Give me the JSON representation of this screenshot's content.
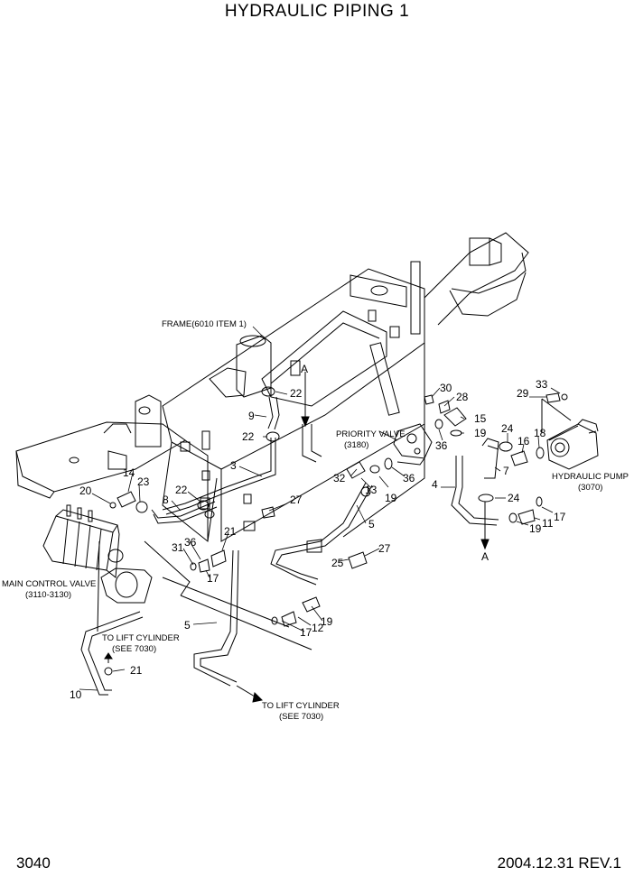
{
  "title": "HYDRAULIC PIPING 1",
  "page_number": "3040",
  "revision": "2004.12.31  REV.1",
  "labels": {
    "frame": "FRAME(6010 ITEM 1)",
    "priority_valve_1": "PRIORITY VALVE",
    "priority_valve_2": "(3180)",
    "hydraulic_pump_1": "HYDRAULIC PUMP",
    "hydraulic_pump_2": "(3070)",
    "mcv_1": "MAIN CONTROL VALVE",
    "mcv_2": "(3110-3130)",
    "lift1_1": "TO LIFT CYLINDER",
    "lift1_2": "(SEE 7030)",
    "lift2_1": "TO LIFT CYLINDER",
    "lift2_2": "(SEE 7030)",
    "a_top": "A",
    "a_bottom": "A"
  },
  "part_numbers": {
    "p30": "30",
    "p28": "28",
    "p15": "15",
    "p19a": "19",
    "p36a": "36",
    "p33": "33",
    "p29": "29",
    "p24a": "24",
    "p16": "16",
    "p18": "18",
    "p7": "7",
    "p24b": "24",
    "p17a": "17",
    "p11a": "11",
    "p19b": "19",
    "p4": "4",
    "p32": "32",
    "p13": "13",
    "p19c": "19",
    "p36b": "36",
    "p22a": "22",
    "p9": "9",
    "p22b": "22",
    "p3": "3",
    "p22c": "22",
    "p8": "8",
    "p14": "14",
    "p23": "23",
    "p20": "20",
    "p27a": "27",
    "p21a": "21",
    "p31": "31",
    "p36c": "36",
    "p17b": "17",
    "p5a": "5",
    "p25": "25",
    "p27b": "27",
    "p17c": "17",
    "p12": "12",
    "p19d": "19",
    "p5b": "5",
    "p21b": "21",
    "p10": "10"
  }
}
